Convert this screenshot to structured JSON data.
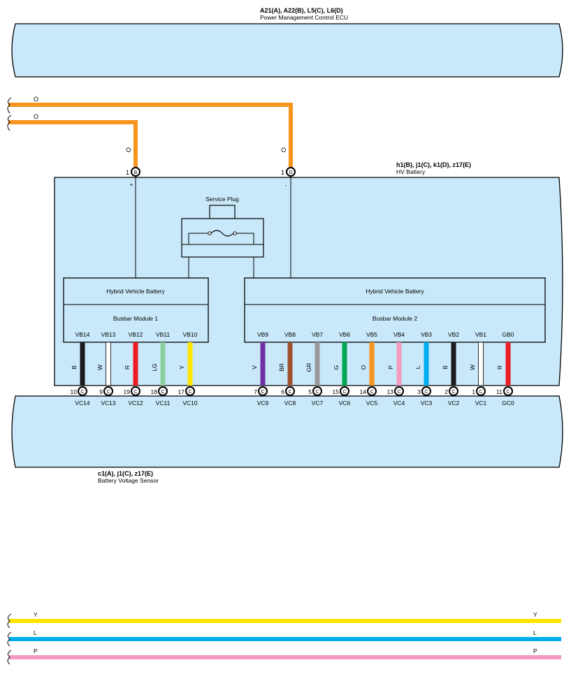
{
  "ecu": {
    "code": "A21(A), A22(B), L5(C), L6(D)",
    "name": "Power Management Control ECU"
  },
  "hv_battery": {
    "code": "h1(B), j1(C), k1(D), z17(E)",
    "name": "HV Battery"
  },
  "sensor": {
    "code": "c1(A), j1(C), z17(E)",
    "name": "Battery Voltage Sensor"
  },
  "service_plug": {
    "label": "Service Plug"
  },
  "module1": {
    "title": "Hybrid Vehicle Battery",
    "subtitle": "Busbar Module 1"
  },
  "module2": {
    "title": "Hybrid Vehicle Battery",
    "subtitle": "Busbar Module 2"
  },
  "power_wires": [
    {
      "color_code": "O",
      "hex": "#F7941D"
    },
    {
      "color_code": "O",
      "hex": "#F7941D"
    }
  ],
  "power_terminals": [
    {
      "pin": "1",
      "conn": "B",
      "polarity": "+",
      "wire": "O"
    },
    {
      "pin": "1",
      "conn": "D",
      "polarity": "-",
      "wire": "O"
    }
  ],
  "pins": [
    {
      "top": "VB14",
      "wire": "B",
      "hex": "#1a1a1a",
      "pin": "10",
      "conn": "C",
      "bottom": "VC14"
    },
    {
      "top": "VB13",
      "wire": "W",
      "hex": "#ffffff",
      "pin": "9",
      "conn": "C",
      "bottom": "VC13"
    },
    {
      "top": "VB12",
      "wire": "R",
      "hex": "#ED1C24",
      "pin": "19",
      "conn": "C",
      "bottom": "VC12"
    },
    {
      "top": "VB11",
      "wire": "LG",
      "hex": "#8DCF9C",
      "pin": "18",
      "conn": "C",
      "bottom": "VC11"
    },
    {
      "top": "VB10",
      "wire": "Y",
      "hex": "#FFE500",
      "pin": "17",
      "conn": "C",
      "bottom": "VC10"
    },
    {
      "top": "VB9",
      "wire": "V",
      "hex": "#7030A0",
      "pin": "7",
      "conn": "C",
      "bottom": "VC9"
    },
    {
      "top": "VB8",
      "wire": "BR",
      "hex": "#A0522D",
      "pin": "6",
      "conn": "C",
      "bottom": "VC8"
    },
    {
      "top": "VB7",
      "wire": "GR",
      "hex": "#999999",
      "pin": "5",
      "conn": "C",
      "bottom": "VC7"
    },
    {
      "top": "VB6",
      "wire": "G",
      "hex": "#00A651",
      "pin": "15",
      "conn": "C",
      "bottom": "VC6"
    },
    {
      "top": "VB5",
      "wire": "O",
      "hex": "#F7941D",
      "pin": "14",
      "conn": "C",
      "bottom": "VC5"
    },
    {
      "top": "VB4",
      "wire": "P",
      "hex": "#F49AC1",
      "pin": "13",
      "conn": "C",
      "bottom": "VC4"
    },
    {
      "top": "VB3",
      "wire": "L",
      "hex": "#00AEEF",
      "pin": "3",
      "conn": "C",
      "bottom": "VC3"
    },
    {
      "top": "VB2",
      "wire": "B",
      "hex": "#1a1a1a",
      "pin": "2",
      "conn": "C",
      "bottom": "VC2"
    },
    {
      "top": "VB1",
      "wire": "W",
      "hex": "#ffffff",
      "pin": "1",
      "conn": "C",
      "bottom": "VC1"
    },
    {
      "top": "GB0",
      "wire": "R",
      "hex": "#ED1C24",
      "pin": "11",
      "conn": "C",
      "bottom": "GC0"
    }
  ],
  "bottom_wires": [
    {
      "left": "Y",
      "right": "Y",
      "hex": "#FFE500"
    },
    {
      "left": "L",
      "right": "L",
      "hex": "#00AEEF"
    },
    {
      "left": "P",
      "right": "P",
      "hex": "#F49AC1"
    }
  ],
  "colors": {
    "component_fill": "#C9E9FA",
    "outline": "#000000"
  }
}
